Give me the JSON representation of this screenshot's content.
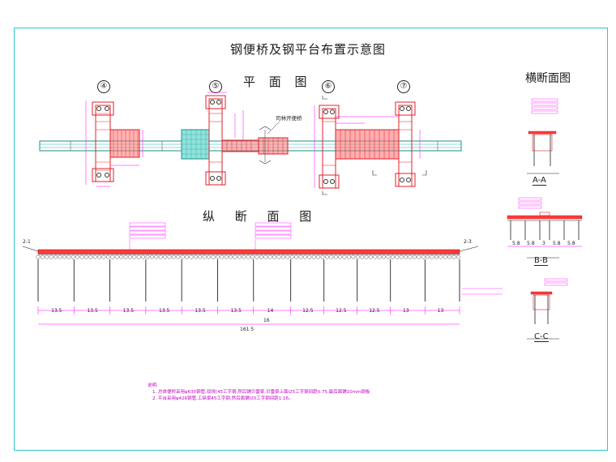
{
  "title": "钢便桥及钢平台布置示意图",
  "plan": {
    "label": "平 面 图",
    "axes": [
      "④",
      "⑤",
      "⑥",
      "⑦"
    ],
    "callout": "司林开便桥"
  },
  "longitudinal": {
    "label": "纵 断 面 图",
    "left_end": "2-1",
    "right_end": "2-3",
    "spans": [
      "13.5",
      "13.5",
      "13.5",
      "13.5",
      "13.5",
      "13.5",
      "14",
      "12.5",
      "12.5",
      "12.5",
      "13",
      "13"
    ],
    "sub_dim": "16",
    "total": "161.5"
  },
  "cross": {
    "label": "横断面图",
    "sections": [
      "A-A",
      "B-B",
      "C-C"
    ],
    "bb_dims": [
      "5.8",
      "5.8",
      "3",
      "5.8",
      "5.8"
    ]
  },
  "notes": {
    "heading": "说明:",
    "lines": [
      "1. 总体便桥采用φ630钢管,双拼[45工字钢,然后铺贝雷梁,贝雷梁上面I25工字钢间距0.75,最后面铺10mm钢板",
      "2. 平台采用φ426钢管,工纵梁45工字钢,然后面铺I20工字钢间距1.16。"
    ]
  },
  "colors": {
    "frame": "#29c5cf",
    "steel": "#e0202a",
    "deck": "#ff3b3b",
    "dim": "#ff00ff",
    "platform_cyan": "#22b3a8"
  }
}
